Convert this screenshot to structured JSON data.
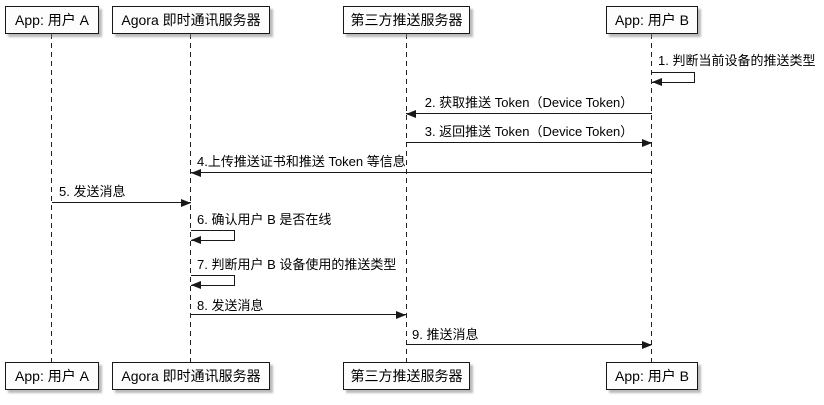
{
  "diagram": {
    "type": "uml-sequence",
    "background": "#FFFFFF",
    "participants": [
      {
        "id": "app-user-a",
        "label": "App: 用户 A"
      },
      {
        "id": "agora-im-server",
        "label": "Agora 即时通讯服务器"
      },
      {
        "id": "third-party-push-server",
        "label": "第三方推送服务器"
      },
      {
        "id": "app-user-b",
        "label": "App: 用户 B"
      }
    ],
    "messages": [
      {
        "seq": "1",
        "from": "app-user-b",
        "to": "app-user-b",
        "kind": "self",
        "label": "1. 判断当前设备的推送类型"
      },
      {
        "seq": "2",
        "from": "app-user-b",
        "to": "third-party-push-server",
        "kind": "arrow-left",
        "label": "2. 获取推送 Token（Device Token）"
      },
      {
        "seq": "3",
        "from": "third-party-push-server",
        "to": "app-user-b",
        "kind": "arrow-right",
        "label": "3. 返回推送 Token（Device Token）"
      },
      {
        "seq": "4",
        "from": "app-user-b",
        "to": "agora-im-server",
        "kind": "arrow-left",
        "label": "4.上传推送证书和推送 Token 等信息"
      },
      {
        "seq": "5",
        "from": "app-user-a",
        "to": "agora-im-server",
        "kind": "arrow-right",
        "label": "5. 发送消息"
      },
      {
        "seq": "6",
        "from": "agora-im-server",
        "to": "agora-im-server",
        "kind": "self",
        "label": "6. 确认用户 B 是否在线"
      },
      {
        "seq": "7",
        "from": "agora-im-server",
        "to": "agora-im-server",
        "kind": "self",
        "label": "7. 判断用户 B 设备使用的推送类型"
      },
      {
        "seq": "8",
        "from": "agora-im-server",
        "to": "third-party-push-server",
        "kind": "arrow-right",
        "label": "8. 发送消息"
      },
      {
        "seq": "9",
        "from": "third-party-push-server",
        "to": "app-user-b",
        "kind": "arrow-right",
        "label": "9. 推送消息"
      }
    ],
    "colors": {
      "line": "#181818",
      "box_fill": "#FDFDFD",
      "box_border": "#181818",
      "text": "#000000",
      "background": "#FFFFFF"
    }
  }
}
